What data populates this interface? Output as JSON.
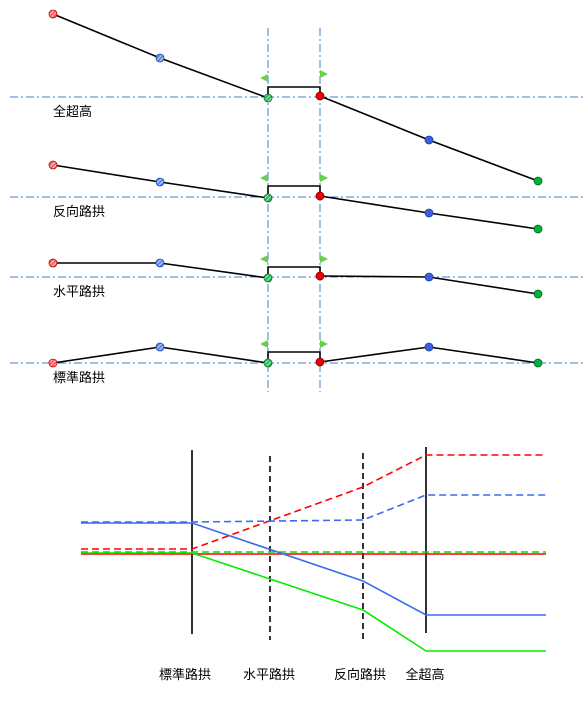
{
  "top_diagram": {
    "rows": [
      {
        "label": "全超高"
      },
      {
        "label": "反向路拱"
      },
      {
        "label": "水平路拱"
      },
      {
        "label": "標準路拱"
      }
    ]
  },
  "bottom_diagram": {
    "stations": [
      "標準路拱",
      "水平路拱",
      "反向路拱",
      "全超高"
    ]
  },
  "colors": {
    "red": "#ff0000",
    "blue": "#3b6cf0",
    "green": "#00dd00",
    "axis": "#3f7fcf",
    "line": "#000000"
  }
}
